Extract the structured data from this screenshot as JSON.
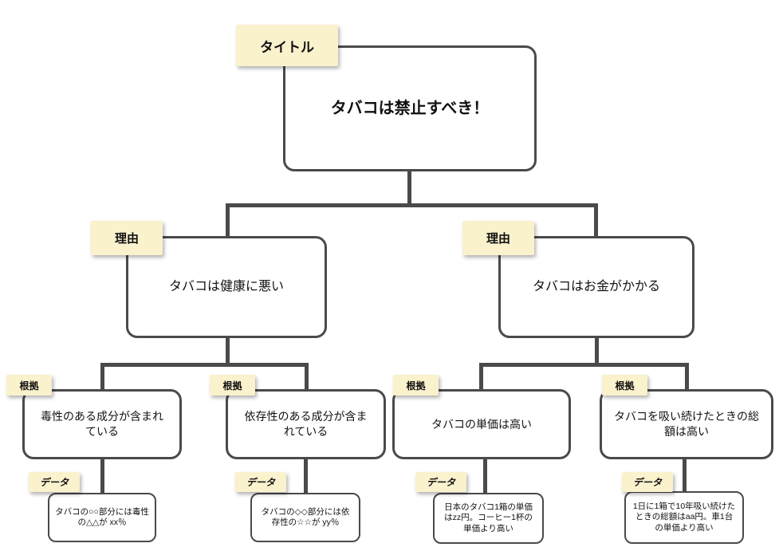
{
  "diagram": {
    "colors": {
      "label_bg": "#FAF1CD",
      "line": "#4A4A4A"
    },
    "title": {
      "tag": "タイトル",
      "text": "タバコは禁止すべき！"
    },
    "reasons": [
      {
        "tag": "理由",
        "text": "タバコは健康に悪い"
      },
      {
        "tag": "理由",
        "text": "タバコはお金がかかる"
      }
    ],
    "evidences": [
      {
        "tag": "根拠",
        "text": "毒性のある成分が含まれている"
      },
      {
        "tag": "根拠",
        "text": "依存性のある成分が含まれている"
      },
      {
        "tag": "根拠",
        "text": "タバコの単価は高い"
      },
      {
        "tag": "根拠",
        "text": "タバコを吸い続けたときの総額は高い"
      }
    ],
    "data": [
      {
        "tag": "データ",
        "text": "タバコの○○部分には毒性の△△が xx％"
      },
      {
        "tag": "データ",
        "text": "タバコの◇◇部分には依存性の☆☆が yy％"
      },
      {
        "tag": "データ",
        "text": "日本のタバコ1箱の単価はzz円。コーヒー1杯の単価より高い"
      },
      {
        "tag": "データ",
        "text": "1日に1箱で10年吸い続けたときの総額はaa円。車1台の単価より高い"
      }
    ]
  }
}
